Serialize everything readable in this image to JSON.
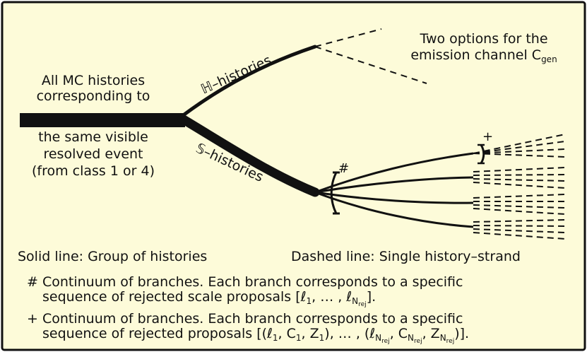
{
  "colors": {
    "background": "#fdfbd9",
    "ink": "#111111"
  },
  "root_label": {
    "line1": "All MC histories",
    "line2": "corresponding to",
    "line3": "the same visible",
    "line4": "resolved event",
    "line5": "(from class 1 or 4)"
  },
  "h_branch_label": "ℍ–histories",
  "s_branch_label": "𝕊–histories",
  "emission": {
    "line1": "Two options for the",
    "line2": "emission channel C",
    "sub": "gen"
  },
  "markers": {
    "hash": "#",
    "plus": "+"
  },
  "legend": {
    "solid": "Solid line: Group of histories",
    "dashed": "Dashed line: Single history–strand"
  },
  "notes": {
    "hash": {
      "line1": "# Continuum of branches. Each branch corresponds to a specific",
      "line2_text": "sequence of rejected scale proposals [ℓ",
      "line2_sub1": "1",
      "line2_mid": ", … , ℓ",
      "line2_sub2": "N",
      "line2_subsub": "rej",
      "line2_end": "]."
    },
    "plus": {
      "line1": "+ Continuum of branches. Each branch corresponds to a specific",
      "line2_text": "sequence of rejected proposals [(ℓ",
      "s1": "1",
      "t1": ", C",
      "s2": "1",
      "t2": ", Z",
      "s3": "1",
      "t3": "), … , (ℓ",
      "s4": "N",
      "ss4": "rej",
      "t4": ", C",
      "s5": "N",
      "ss5": "rej",
      "t5": ", Z",
      "s6": "N",
      "ss6": "rej",
      "t6": ")]."
    }
  }
}
